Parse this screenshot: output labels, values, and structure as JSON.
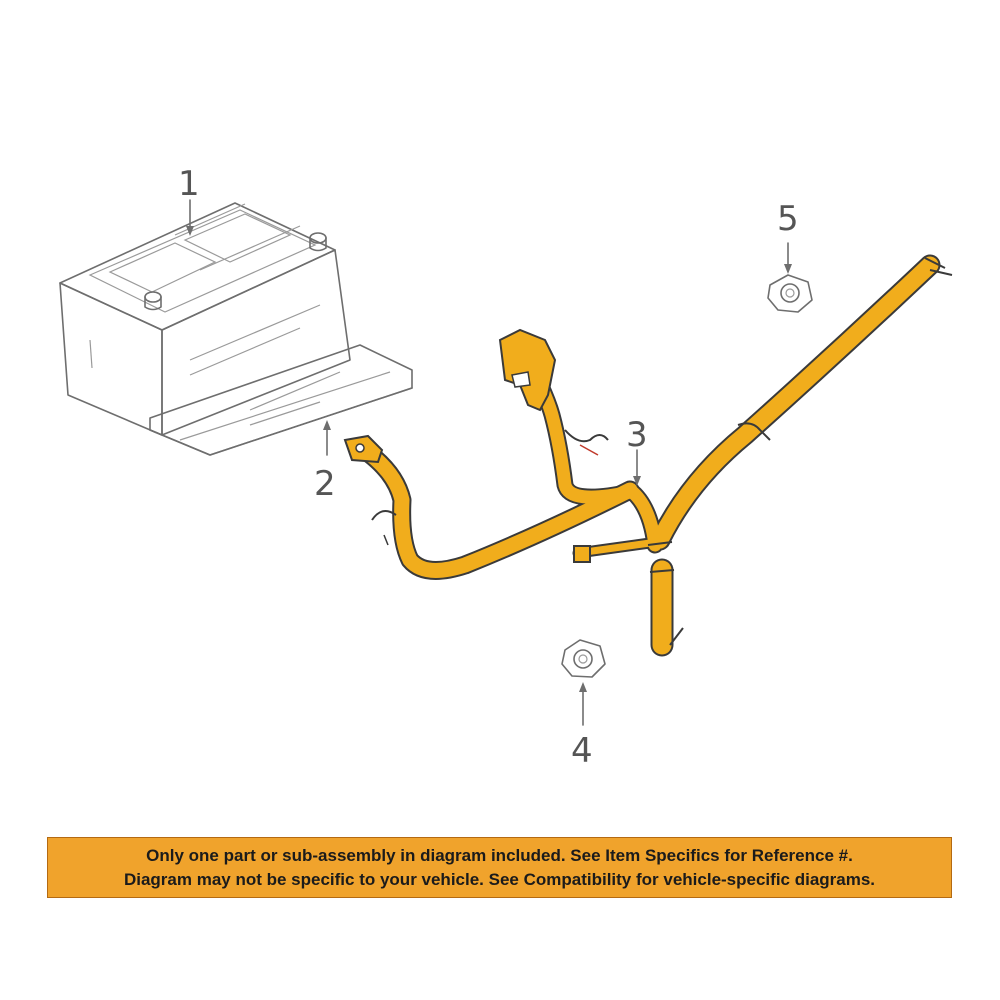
{
  "colors": {
    "cable": "#f1ad1c",
    "cable_dark": "#d98e05",
    "banner_bg": "#f0a32c",
    "outline": "#6e6e6e"
  },
  "callouts": [
    {
      "id": "1",
      "label": "1"
    },
    {
      "id": "2",
      "label": "2"
    },
    {
      "id": "3",
      "label": "3"
    },
    {
      "id": "4",
      "label": "4"
    },
    {
      "id": "5",
      "label": "5"
    }
  ],
  "notice": {
    "line1": "Only one part or sub-assembly in diagram included. See Item Specifics for Reference #.",
    "line2": "Diagram may not be specific to your vehicle. See Compatibility for vehicle-specific diagrams."
  }
}
